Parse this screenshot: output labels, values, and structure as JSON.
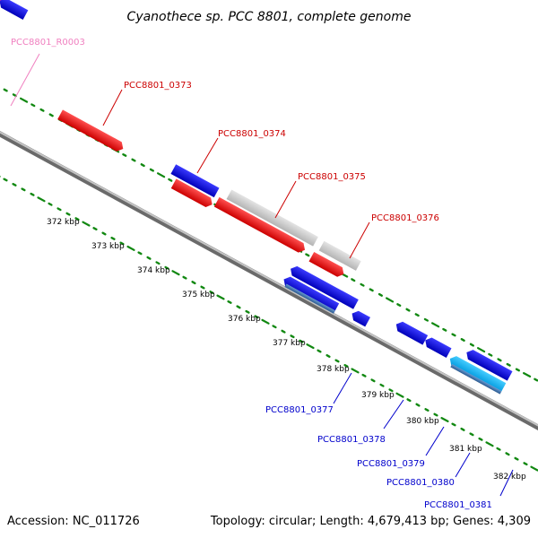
{
  "title": "Cyanothece sp. PCC 8801, complete genome",
  "footer": {
    "accession": "Accession: NC_011726",
    "summary": "Topology: circular; Length: 4,679,413 bp; Genes: 4,309"
  },
  "scale_labels": [
    "372 kbp",
    "373 kbp",
    "374 kbp",
    "375 kbp",
    "376 kbp",
    "377 kbp",
    "378 kbp",
    "379 kbp",
    "380 kbp",
    "381 kbp",
    "382 kbp"
  ],
  "gene_labels": [
    {
      "text": "PCC8801_R0003",
      "color": "#f080c0"
    },
    {
      "text": "PCC8801_0373",
      "color": "#cc0000"
    },
    {
      "text": "PCC8801_0374",
      "color": "#cc0000"
    },
    {
      "text": "PCC8801_0375",
      "color": "#cc0000"
    },
    {
      "text": "PCC8801_0376",
      "color": "#cc0000"
    },
    {
      "text": "PCC8801_0377",
      "color": "#0000cc"
    },
    {
      "text": "PCC8801_0378",
      "color": "#0000cc"
    },
    {
      "text": "PCC8801_0379",
      "color": "#0000cc"
    },
    {
      "text": "PCC8801_0380",
      "color": "#0000cc"
    },
    {
      "text": "PCC8801_0381",
      "color": "#0000cc"
    }
  ],
  "colors": {
    "forward_gene": "#ee0000",
    "reverse_gene": "#0000ee",
    "rna_gene": "#ee2299",
    "untranslated_gene": "#c8c8c8",
    "highlight_gene": "#22bbee",
    "backbone": "#888888",
    "scale_ticks": "#118811"
  }
}
